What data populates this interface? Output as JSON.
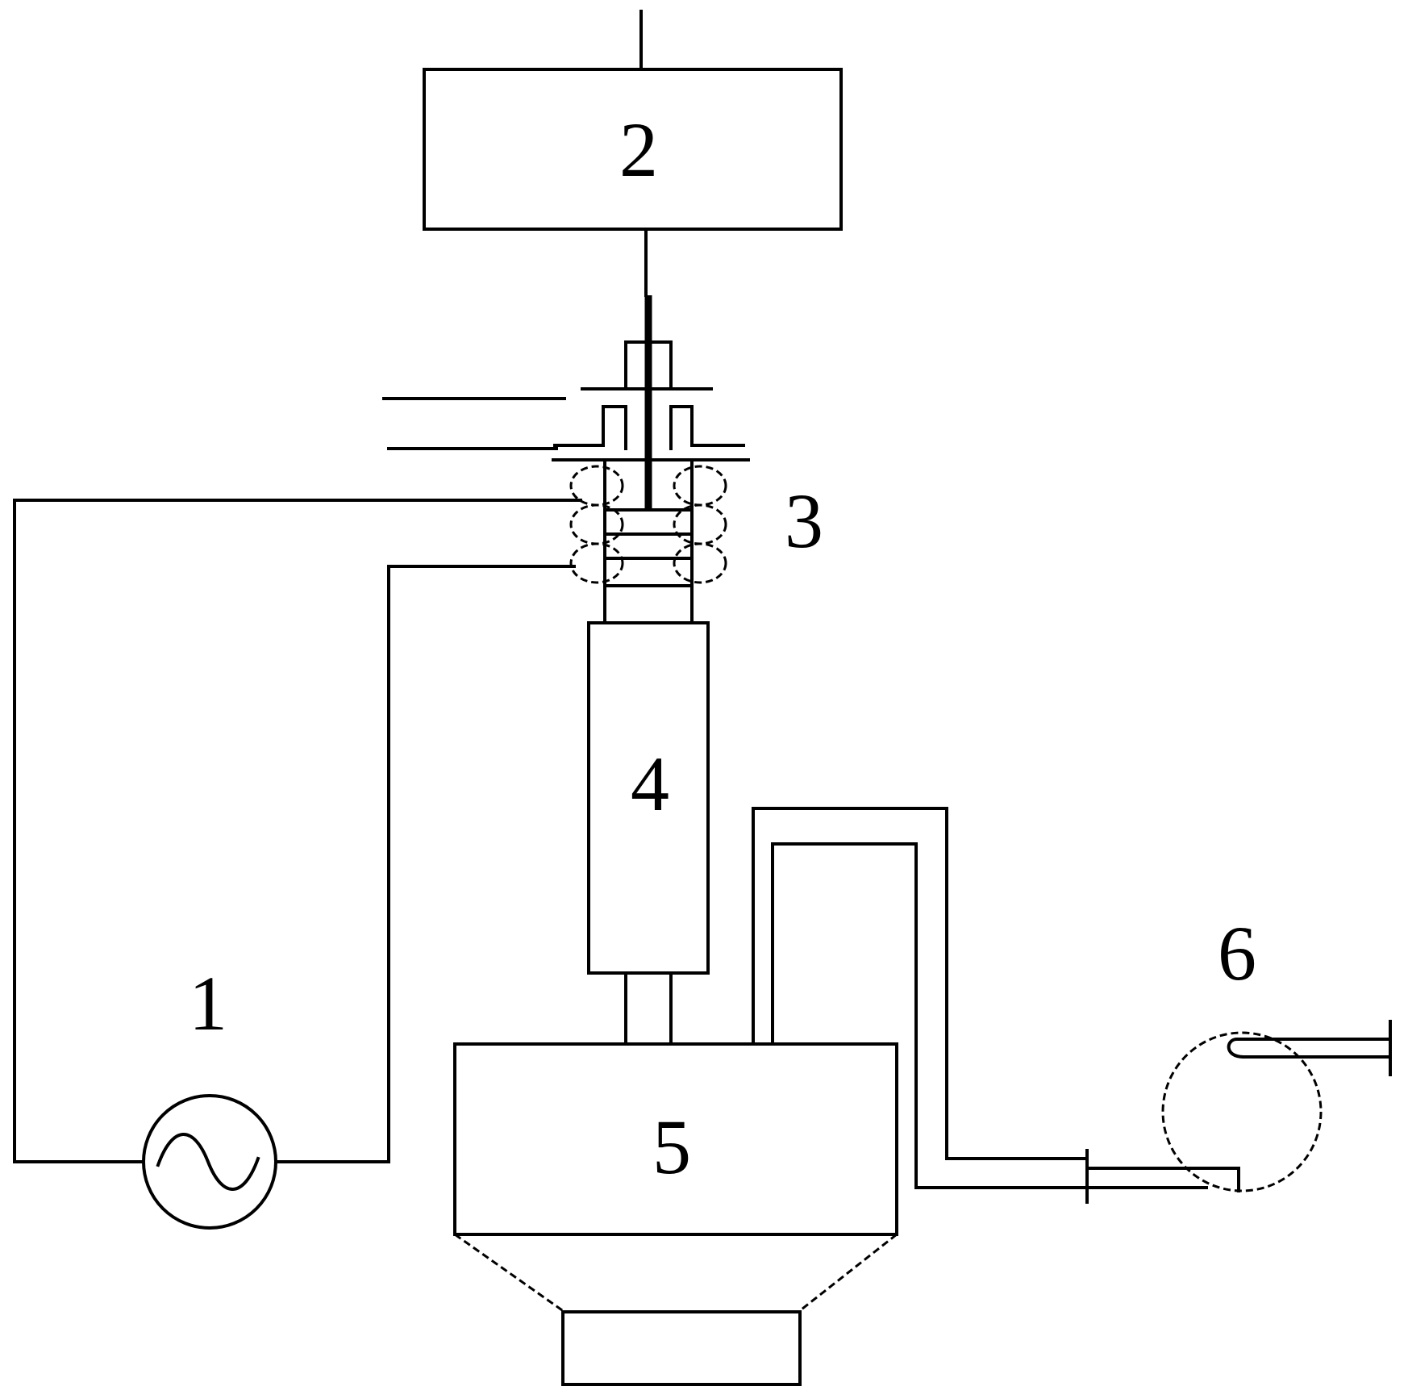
{
  "labels": {
    "c1": "1",
    "c2": "2",
    "c3": "3",
    "c4": "4",
    "c5": "5",
    "c6": "6"
  },
  "colors": {
    "line": "#000000",
    "background": "#ffffff"
  }
}
